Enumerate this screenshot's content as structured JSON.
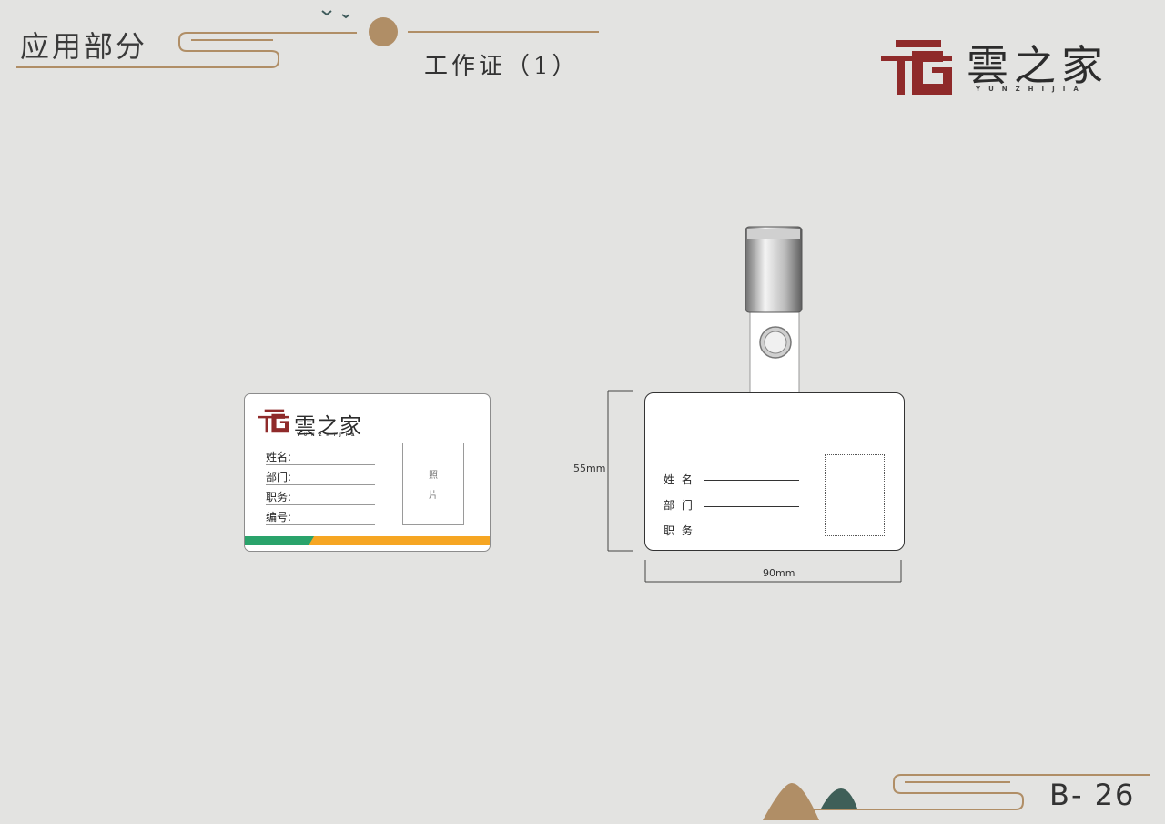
{
  "header": {
    "section_title": "应用部分",
    "doc_title": "工作证（1）"
  },
  "brand": {
    "name_cn": "雲之家",
    "name_en": "YUNZHIJIA",
    "color": "#8f2a2a",
    "accent": "#b08e66"
  },
  "card_front": {
    "brand_cn": "雲之家",
    "brand_en": "YUNZHIJIA",
    "fields": [
      "姓名:",
      "部门:",
      "职务:",
      "编号:"
    ],
    "photo_label_1": "照",
    "photo_label_2": "片",
    "bar_colors": [
      "#2aa36b",
      "#f6a623"
    ]
  },
  "card_badge": {
    "fields": [
      "姓 名",
      "部 门",
      "职 务"
    ]
  },
  "dimensions": {
    "height": "55mm",
    "width": "90mm"
  },
  "footer": {
    "page_number": "B- 26"
  }
}
